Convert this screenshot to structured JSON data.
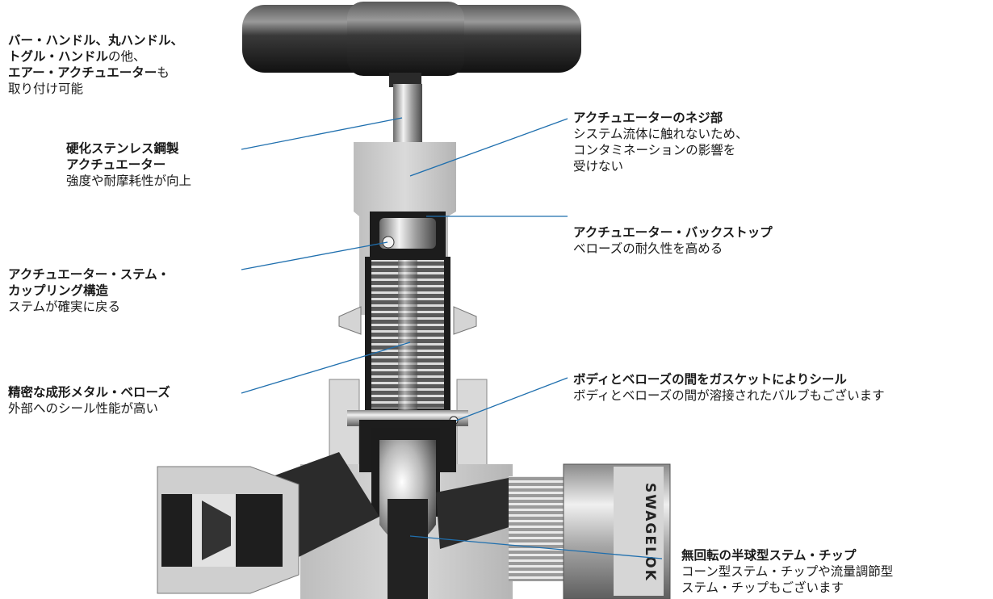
{
  "callouts": {
    "handle_options": {
      "line1": "バー・ハンドル、丸ハンドル、",
      "line2_bold": "トグル・ハンドル",
      "line2_normal": "の他、",
      "line3_bold": "エアー・アクチュエーター",
      "line3_normal": "も",
      "line4": "取り付け可能"
    },
    "hardened_actuator": {
      "title1": "硬化ステンレス鋼製",
      "title2": "アクチュエーター",
      "desc": "強度や耐摩耗性が向上"
    },
    "stem_coupling": {
      "title1": "アクチュエーター・ステム・",
      "title2": "カップリング構造",
      "desc": "ステムが確実に戻る"
    },
    "bellows": {
      "title": "精密な成形メタル・ベローズ",
      "desc": "外部へのシール性能が高い"
    },
    "actuator_threads": {
      "title": "アクチュエーターのネジ部",
      "desc1": "システム流体に触れないため、",
      "desc2": "コンタミネーションの影響を",
      "desc3": "受けない"
    },
    "backstop": {
      "title": "アクチュエーター・バックストップ",
      "desc": "ベローズの耐久性を高める"
    },
    "gasket_seal": {
      "title": "ボディとベローズの間をガスケットによりシール",
      "desc": "ボディとベローズの間が溶接されたバルブもございます"
    },
    "stem_tip": {
      "title": "無回転の半球型ステム・チップ",
      "desc1": "コーン型ステム・チップや流量調節型",
      "desc2": "ステム・チップもございます"
    }
  },
  "nut_marking": "SWAGELOK",
  "colors": {
    "leader_line": "#1f6fae",
    "handle": "#2b2b2b",
    "body_section": "#c9c9c9",
    "cavity": "#1c1c1c",
    "metal_light": "#e6e6e6"
  }
}
